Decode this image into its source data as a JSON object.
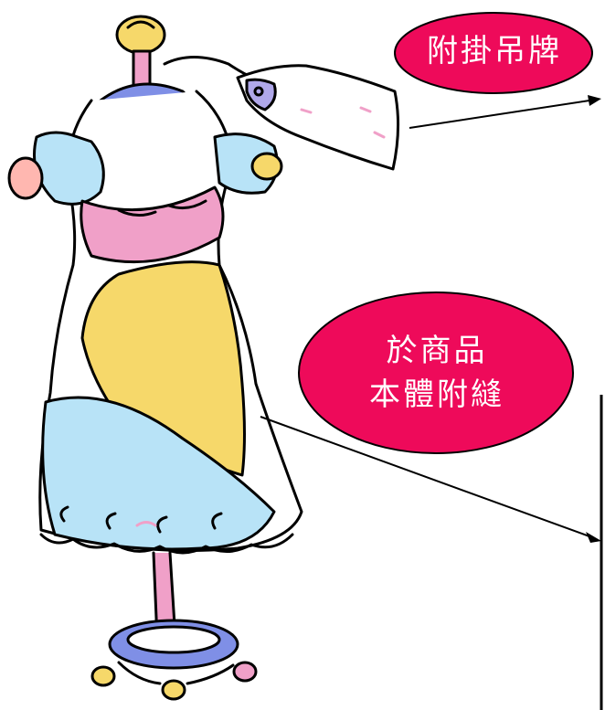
{
  "labels": {
    "hang_tag": "附掛吊牌",
    "sewn_label_line1": "於商品",
    "sewn_label_line2": "本體附縫"
  },
  "colors": {
    "bubble_fill": "#ee0a5a",
    "bubble_text": "#ffffff",
    "line": "#000000",
    "dress_blue": "#7f8fe6",
    "dress_light_blue": "#b8e3f7",
    "dress_pink": "#f0a0c8",
    "dress_yellow": "#f6d86a"
  },
  "icons": {
    "dress_form": "dress-form-illustration",
    "arrow_to_tag": "arrow-right-icon",
    "arrow_to_sewn": "arrow-right-icon"
  }
}
